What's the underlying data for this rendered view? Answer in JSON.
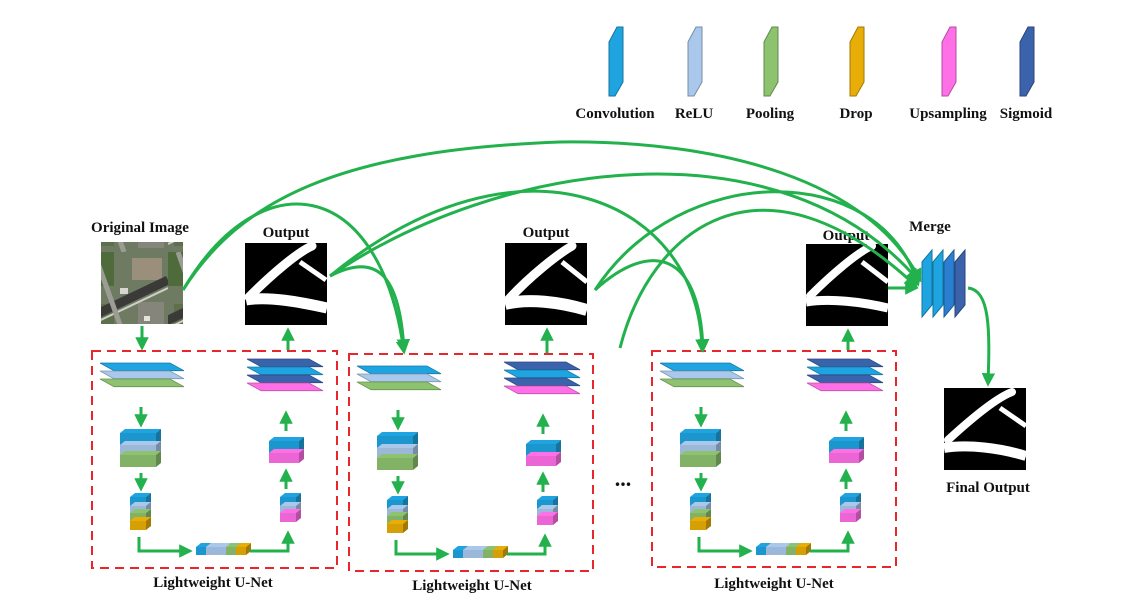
{
  "legend": {
    "items": [
      {
        "label": "Convolution",
        "color": "#1ea4e0",
        "icon": "convolution-layer-icon"
      },
      {
        "label": "ReLU",
        "color": "#a9c8ec",
        "icon": "relu-layer-icon"
      },
      {
        "label": "Pooling",
        "color": "#8dc26e",
        "icon": "pooling-layer-icon"
      },
      {
        "label": "Drop",
        "color": "#e8ad06",
        "icon": "drop-layer-icon"
      },
      {
        "label": "Upsampling",
        "color": "#ff6fe6",
        "icon": "upsampling-layer-icon"
      },
      {
        "label": "Sigmoid",
        "color": "#3b63ac",
        "icon": "sigmoid-layer-icon"
      }
    ]
  },
  "labels": {
    "original_image": "Original Image",
    "output": "Output",
    "merge": "Merge",
    "final_output": "Final Output",
    "module": "Lightweight U-Net",
    "ellipsis": "..."
  },
  "colors": {
    "arrow": "#22b14c",
    "dashed_box": "#e8262b"
  }
}
